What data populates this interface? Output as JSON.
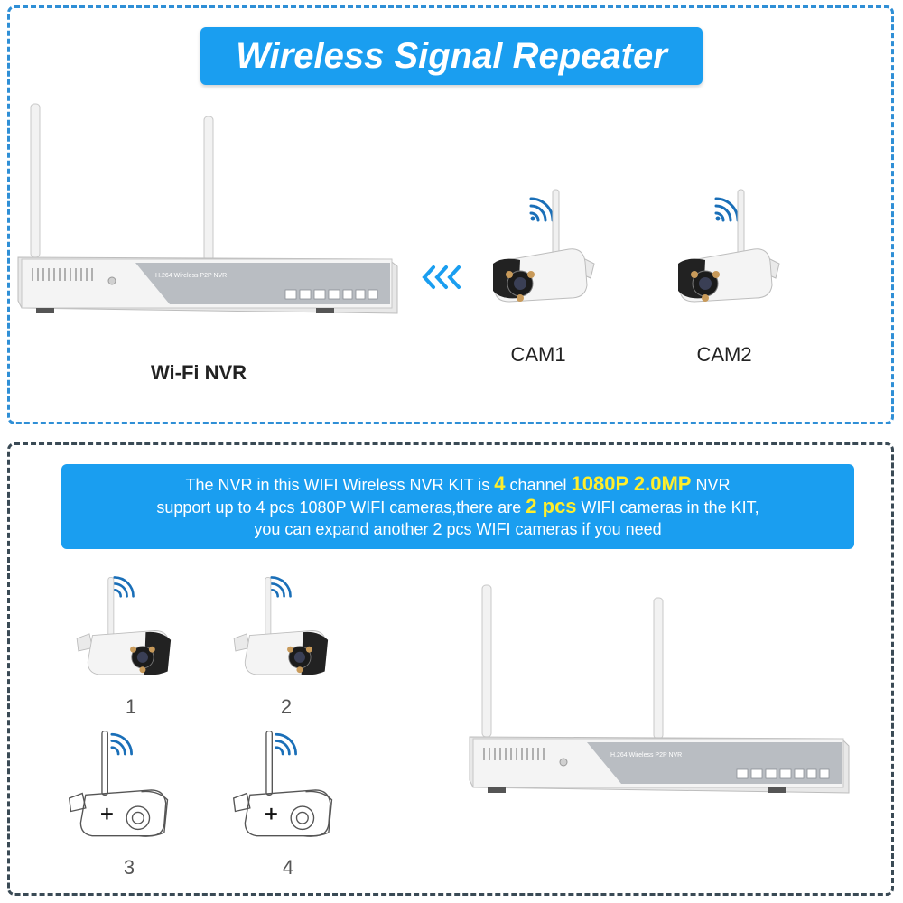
{
  "title": "Wireless Signal Repeater",
  "nvr_label": "Wi-Fi NVR",
  "nvr_model_text": "H.264 Wireless P2P NVR",
  "cam_labels": [
    "CAM1",
    "CAM2"
  ],
  "info": {
    "l1_a": "The NVR in this WIFI Wireless NVR KIT is ",
    "l1_num": "4",
    "l1_b": " channel ",
    "l1_hl": "1080P 2.0MP",
    "l1_c": " NVR",
    "l2_a": "support up to 4 pcs 1080P WIFI cameras,there are ",
    "l2_hl": "2 pcs",
    "l2_b": " WIFI cameras in the KIT,",
    "l3": "you can expand another 2 pcs WIFI cameras if you need"
  },
  "slot_numbers": [
    "1",
    "2",
    "3",
    "4"
  ],
  "colors": {
    "accent": "#1a9ef0",
    "highlight": "#ffee2a",
    "border_top": "#2f8fd6",
    "border_bottom": "#3a4a55"
  }
}
